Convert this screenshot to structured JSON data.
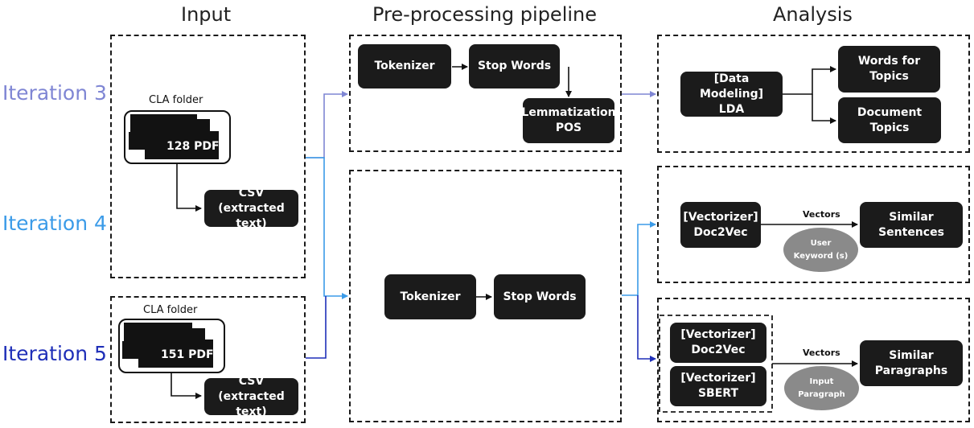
{
  "headers": {
    "input": "Input",
    "preprocessing": "Pre-processing pipeline",
    "analysis": "Analysis"
  },
  "iterations": [
    {
      "label": "Iteration 3",
      "color": "#7f86d4"
    },
    {
      "label": "Iteration 4",
      "color": "#3b9be8"
    },
    {
      "label": "Iteration 5",
      "color": "#1f2fb8"
    }
  ],
  "input": {
    "top": {
      "folder_label": "CLA folder",
      "pdf_count": "128 PDFs",
      "csv_label": "CSV\n(extracted text)"
    },
    "bottom": {
      "folder_label": "CLA folder",
      "pdf_count": "151 PDFs",
      "csv_label": "CSV\n(extracted text)"
    }
  },
  "preprocessing": {
    "iteration3": {
      "tokenizer": "Tokenizer",
      "stop_words": "Stop Words",
      "lemmatization": "Lemmatization\nPOS"
    },
    "iteration45": {
      "tokenizer": "Tokenizer",
      "stop_words": "Stop Words"
    }
  },
  "analysis": {
    "iteration3": {
      "model": "[Data Modeling]\nLDA",
      "words_for_topics": "Words for Topics",
      "document_topics": "Document Topics"
    },
    "iteration4": {
      "vectorizer": "[Vectorizer]\nDoc2Vec",
      "edge_label": "Vectors",
      "output": "Similar\nSentences",
      "user_input": "User\nKeyword (s)"
    },
    "iteration5": {
      "vectorizer_a": "[Vectorizer]\nDoc2Vec",
      "vectorizer_b": "[Vectorizer]\nSBERT",
      "edge_label": "Vectors",
      "output": "Similar\nParagraphs",
      "user_input": "Input\nParagraph"
    }
  }
}
